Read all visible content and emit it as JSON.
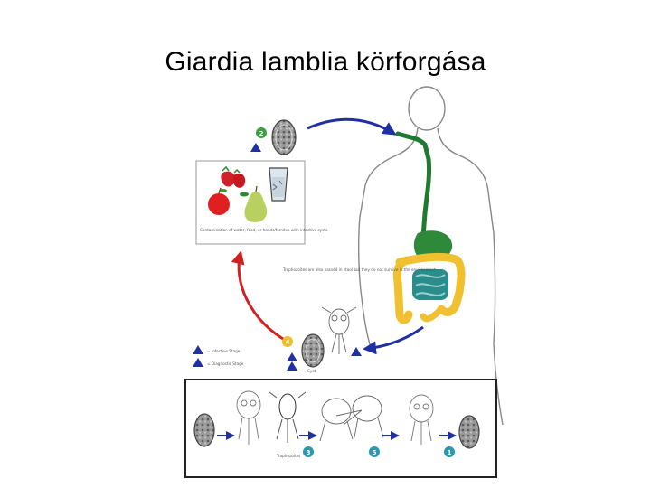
{
  "slide": {
    "title": "Giardia lamblia körforgása"
  },
  "diagram": {
    "contamination_caption": "Contamination of water, food, or hands/fomites with infective cysts.",
    "trophozoites_caption": "Trophozoites are also passed in stool but they do not survive in the environment.",
    "legend": {
      "infective": "= Infective Stage",
      "diagnostic": "= Diagnostic Stage"
    },
    "cyst_label": "Cyst",
    "trophozoites_label": "Trophozoites",
    "step_markers": [
      "2",
      "4",
      "3",
      "5",
      "1"
    ]
  },
  "colors": {
    "upper_gi_tract": "#1f7a2f",
    "stomach": "#2e8a3a",
    "large_intestine": "#f0c030",
    "small_intestine": "#2b8c8c",
    "arrow_blue": "#2030a0",
    "arrow_red": "#d02020",
    "marker_green": "#3aa040",
    "marker_yellow": "#f0c020",
    "marker_teal": "#2a9ab0"
  }
}
